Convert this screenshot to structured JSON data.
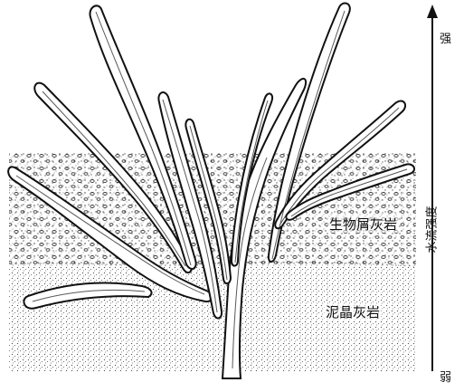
{
  "labels": {
    "upper_rock": "生物屑灰岩",
    "lower_rock": "泥晶灰岩"
  },
  "axis": {
    "title": "水流强度",
    "top_label": "强",
    "bottom_label": "弱"
  },
  "colors": {
    "ink": "#111111",
    "paper": "#ffffff"
  }
}
